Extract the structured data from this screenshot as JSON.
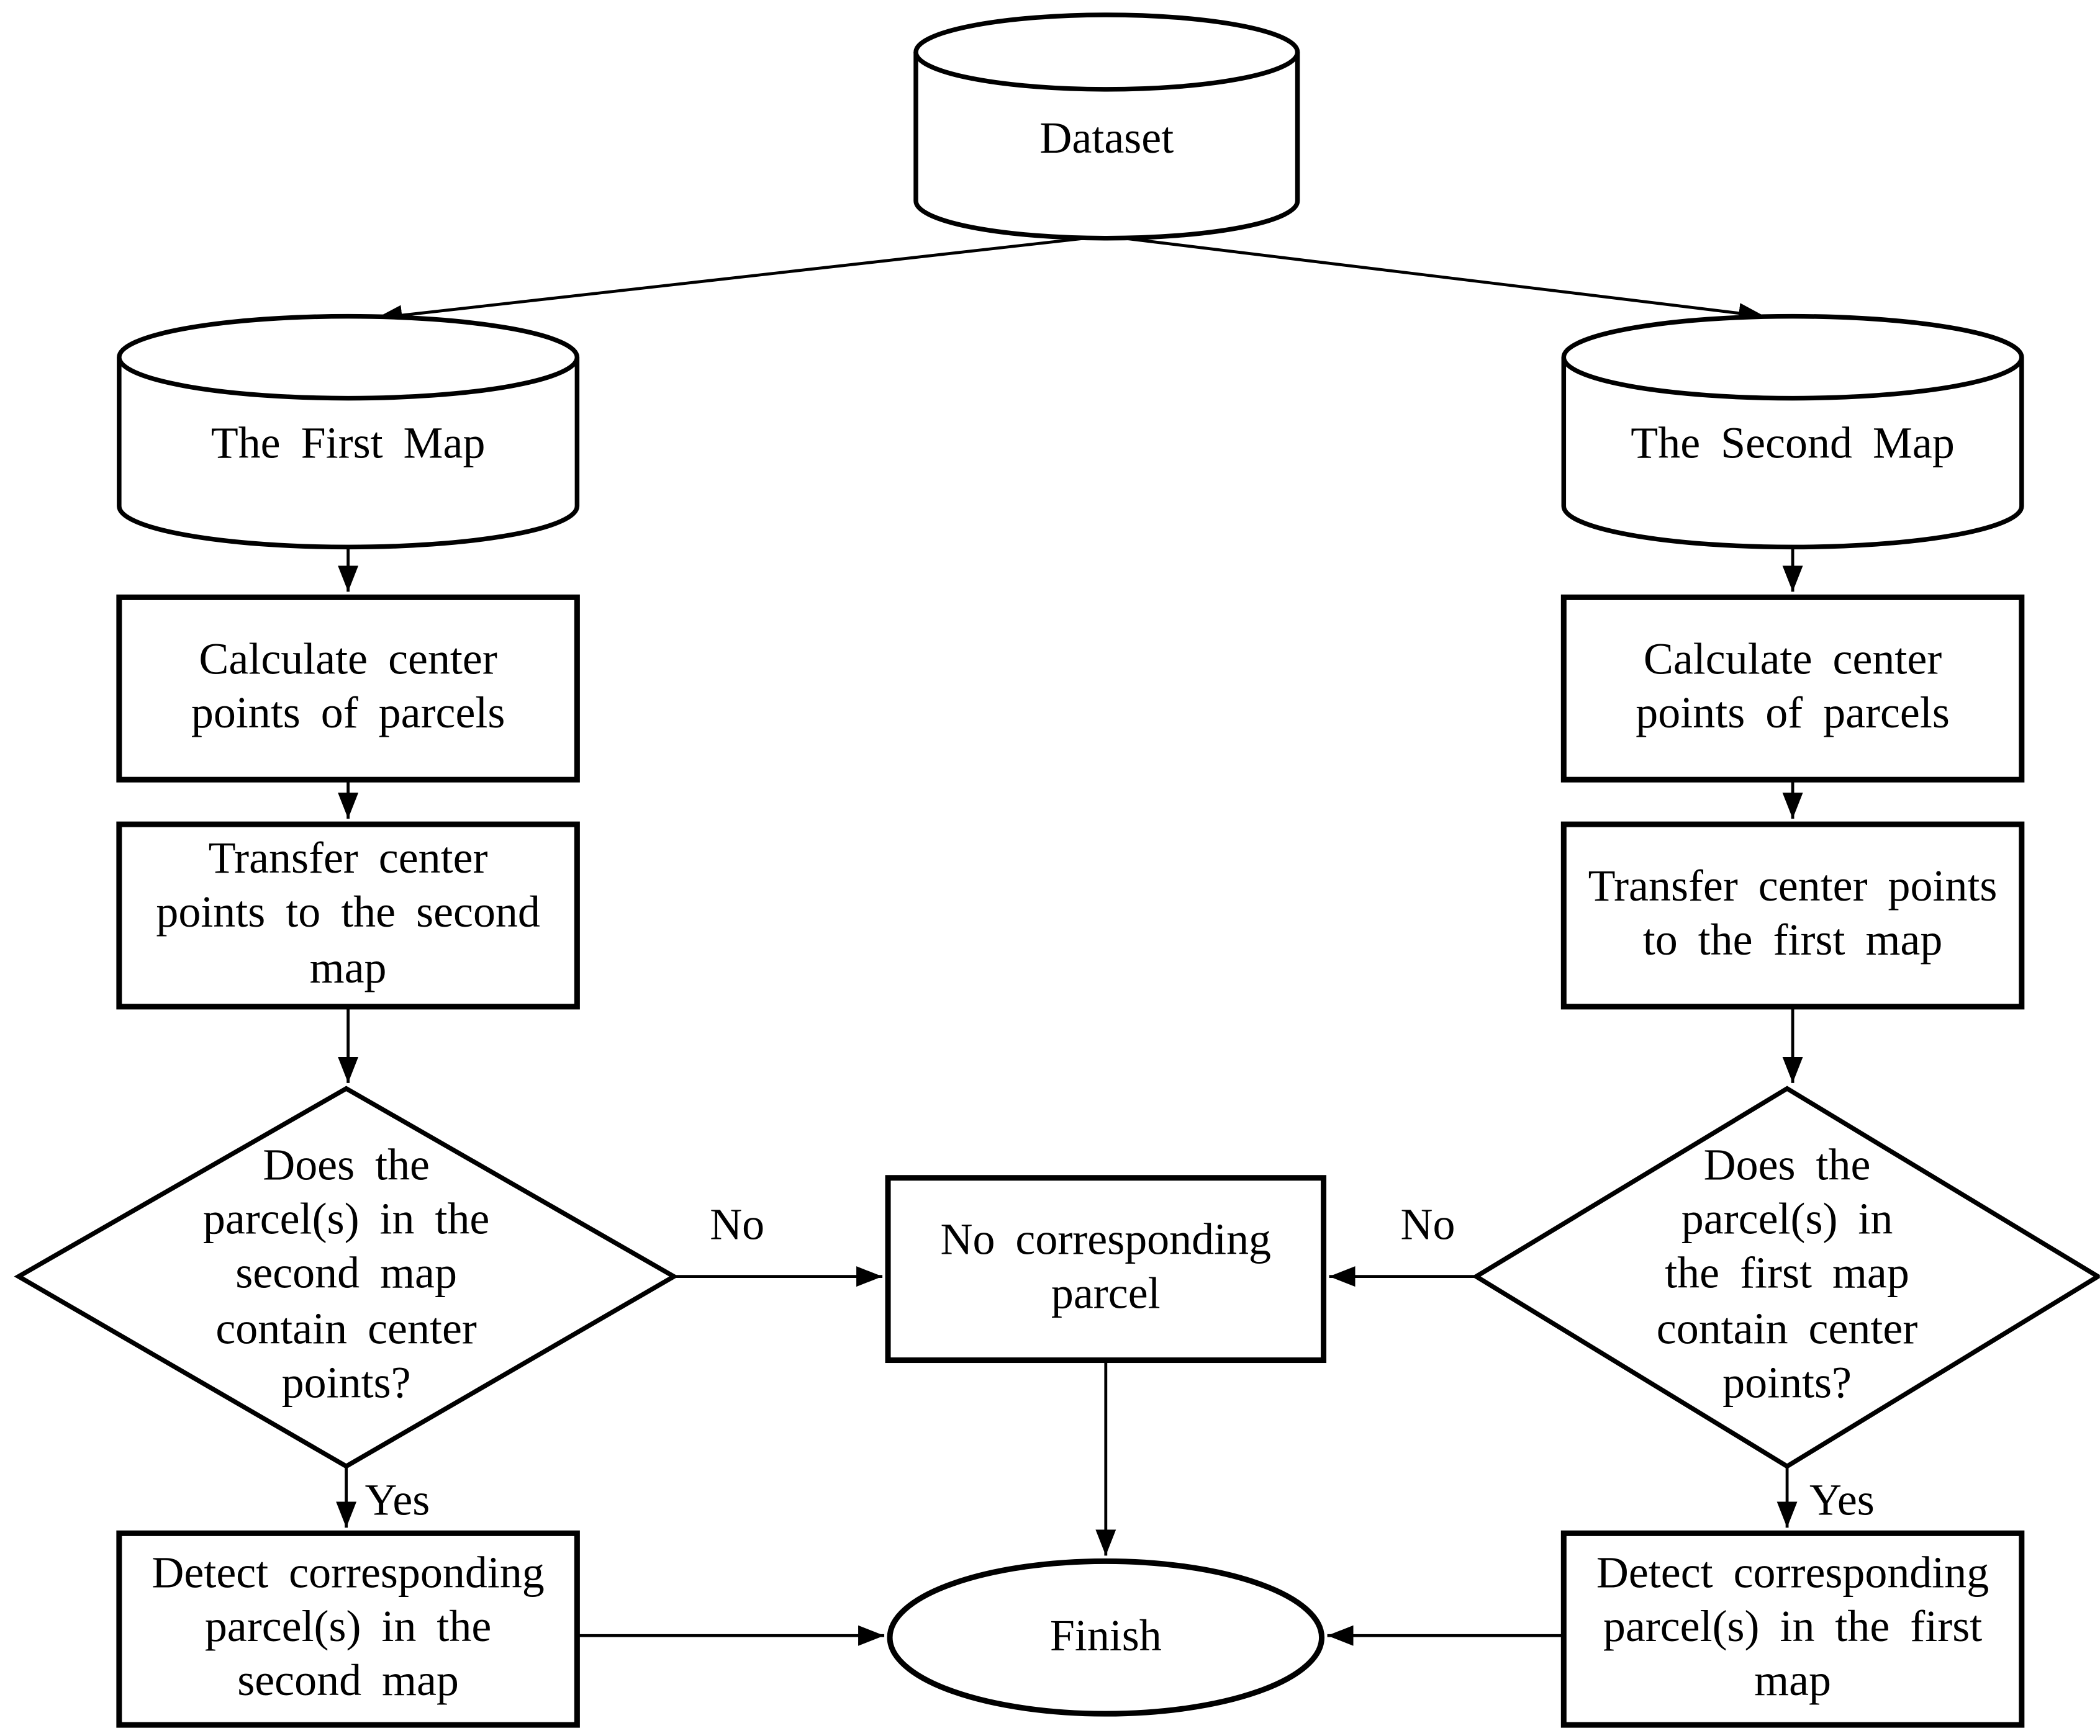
{
  "diagram": {
    "nodes": {
      "dataset": "Dataset",
      "first_map": "The First Map",
      "second_map": "The Second Map",
      "calc_left": "Calculate center\npoints of parcels",
      "calc_right": "Calculate center\npoints of parcels",
      "transfer_left": "Transfer center\npoints to the second\nmap",
      "transfer_right": "Transfer center points\nto the first map",
      "decision_left": "Does the\nparcel(s) in the\nsecond map\ncontain center\npoints?",
      "decision_right": "Does the\nparcel(s) in\nthe first map\ncontain center\npoints?",
      "no_corresponding": "No corresponding\nparcel",
      "detect_left": "Detect corresponding\nparcel(s) in the\nsecond map",
      "detect_right": "Detect corresponding\nparcel(s) in the first\nmap",
      "finish": "Finish"
    },
    "edge_labels": {
      "no_left": "No",
      "no_right": "No",
      "yes_left": "Yes",
      "yes_right": "Yes"
    },
    "colors": {
      "stroke": "#000000",
      "fill": "#ffffff",
      "text": "#000000",
      "background": "#ffffff"
    }
  }
}
